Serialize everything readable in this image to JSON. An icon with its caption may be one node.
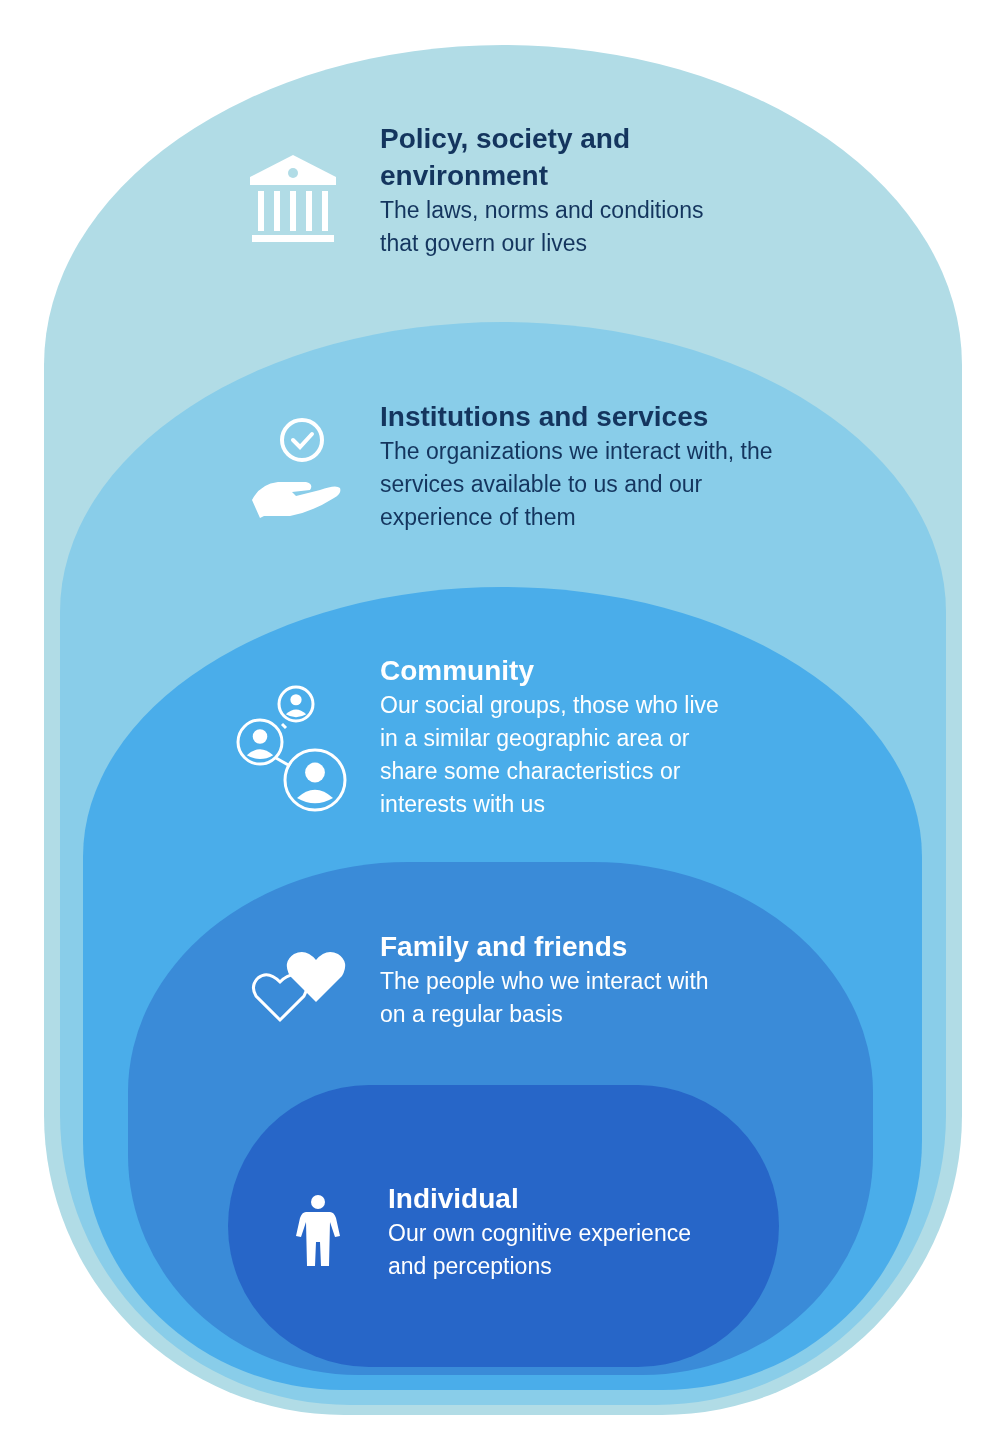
{
  "diagram": {
    "nodes": [
      {
        "text": [
          "Policy, society and environment",
          "The laws, norms and conditions that govern our lives"
        ]
      },
      {
        "text": [
          "Institutions and services",
          "The organizations we interact with, the services available to us and our experience of them"
        ],
        "in": 0
      },
      {
        "text": [
          "Community",
          "Our social groups, those who live in a similar geographic area or share some characteristics or interests with us"
        ],
        "in": 1
      },
      {
        "text": [
          "Family and friends",
          "The people who we interact with on a regular basis"
        ],
        "in": 2
      },
      {
        "text": [
          "Individual",
          "Our own cognitive experience and perceptions"
        ],
        "in": 3
      }
    ]
  }
}
